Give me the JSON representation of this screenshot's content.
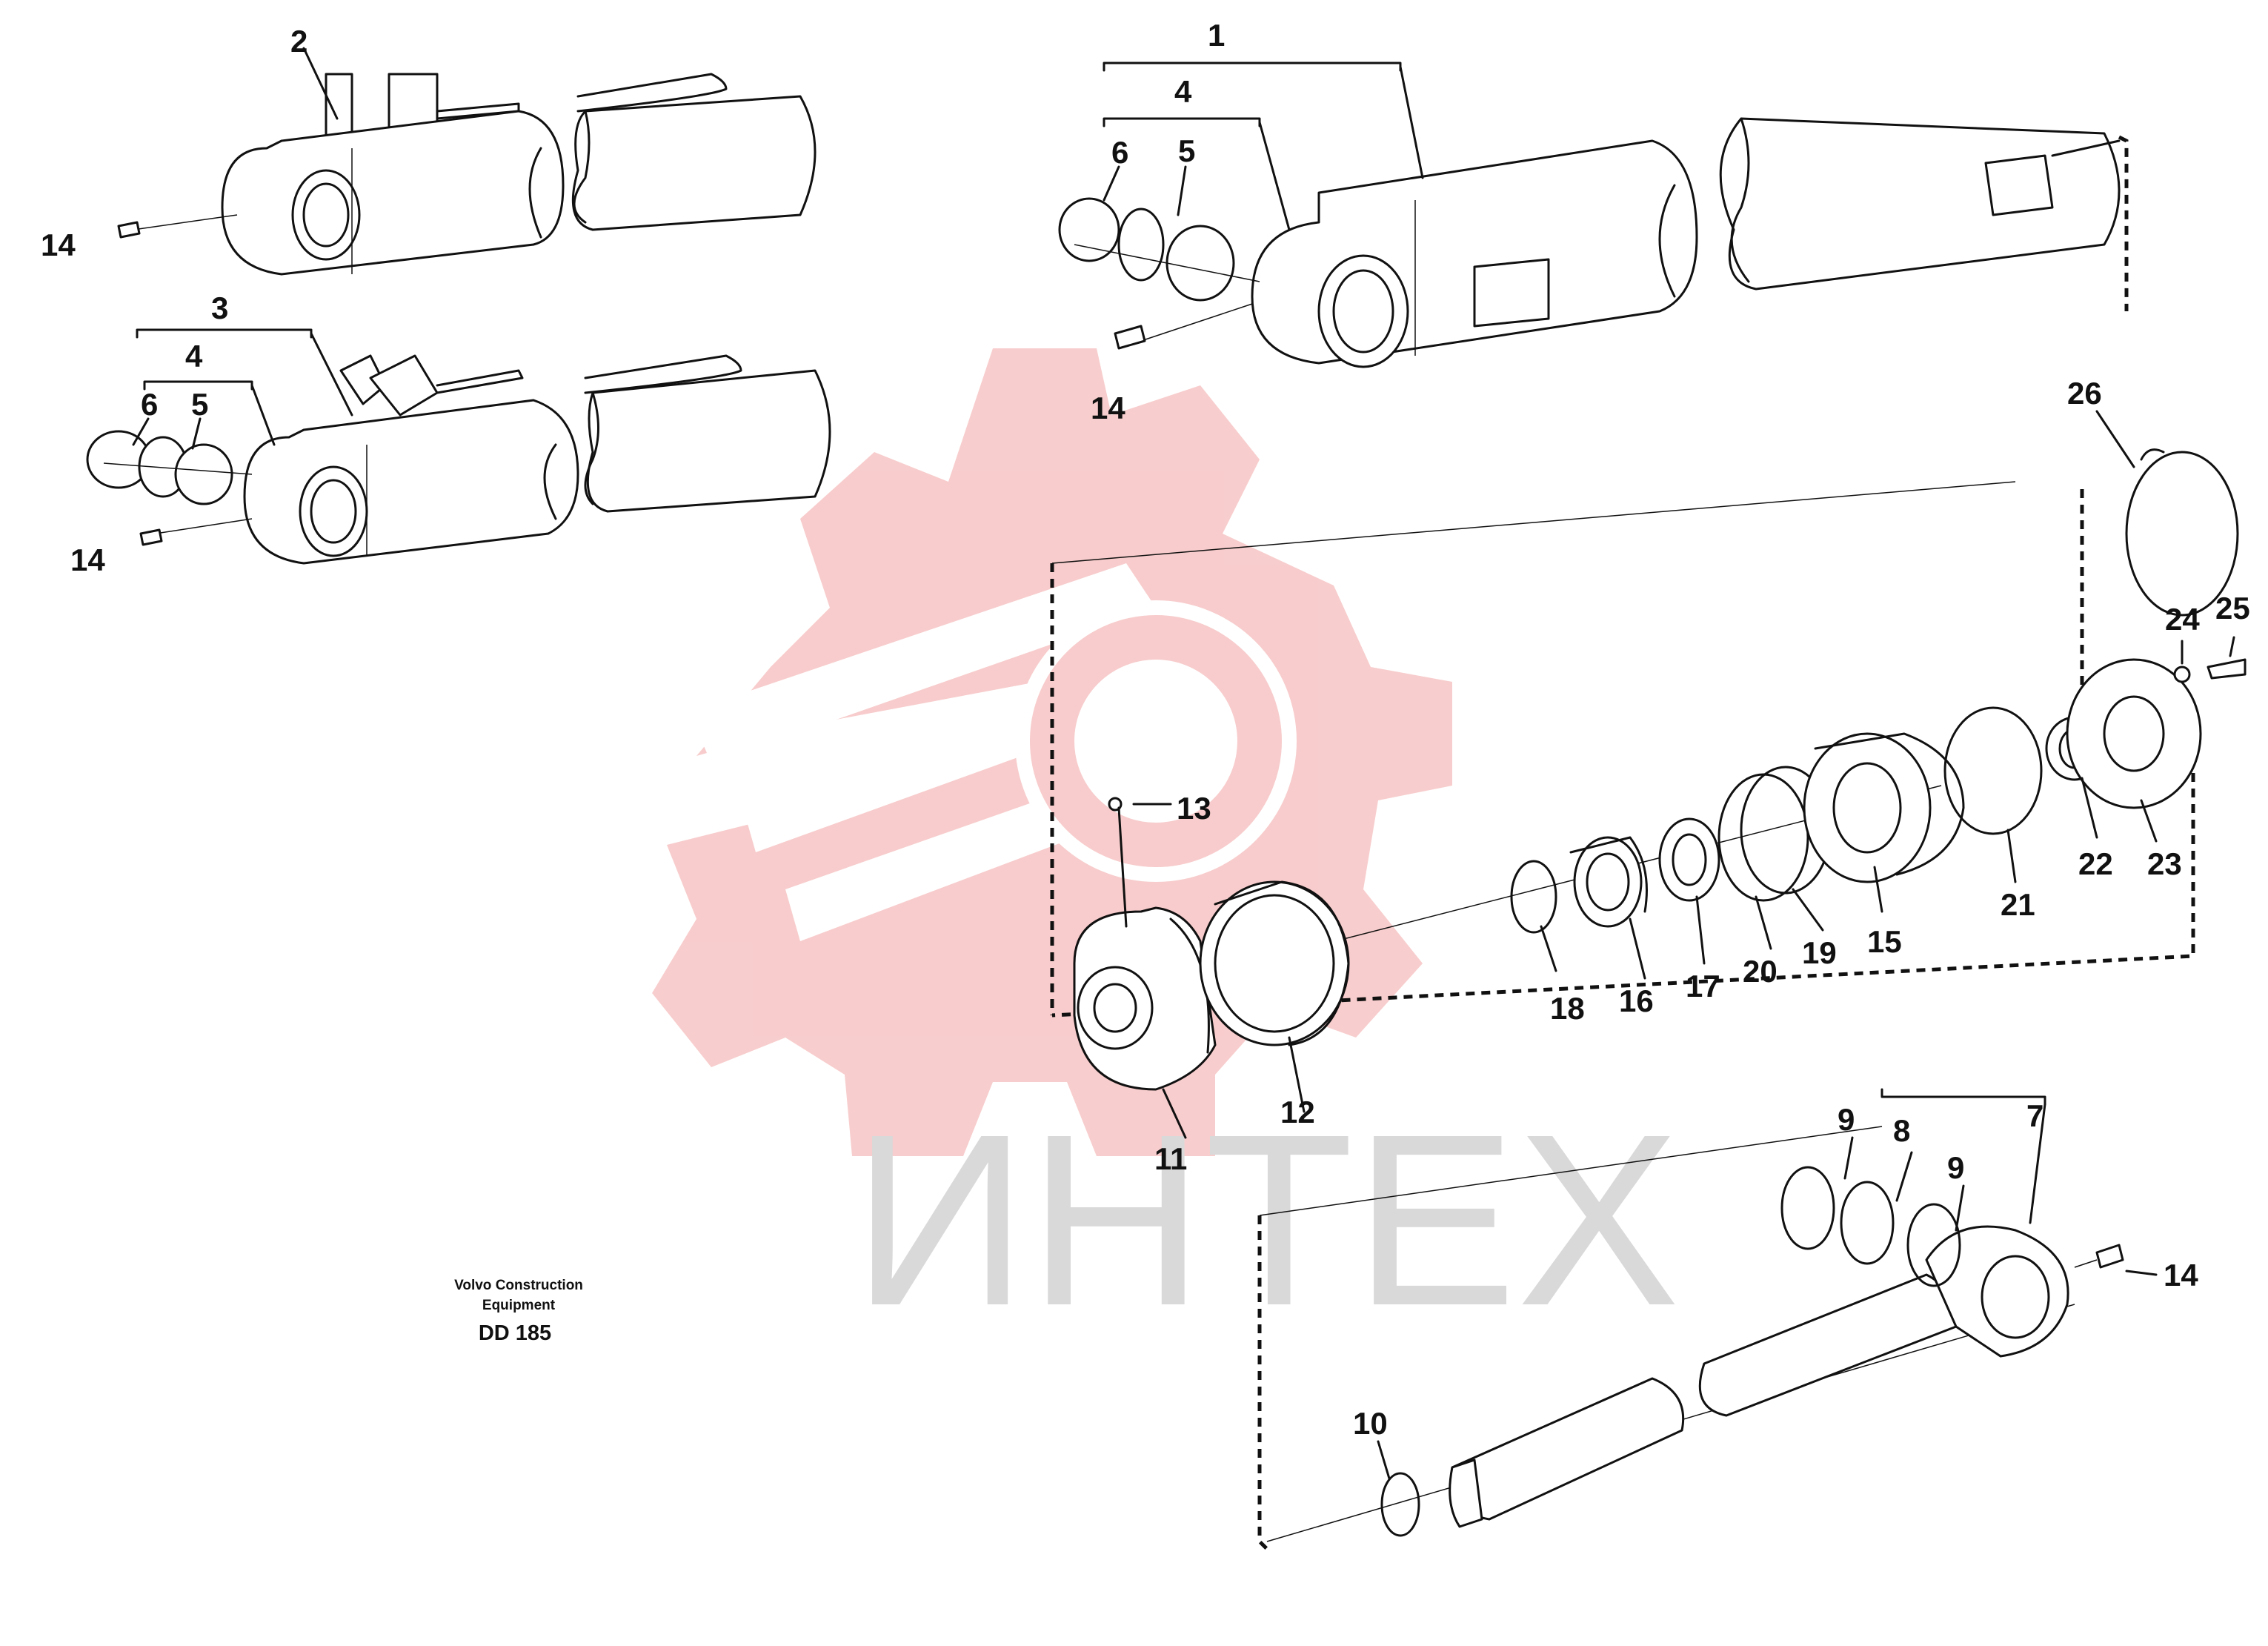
{
  "drawing": {
    "credit_line1": "Volvo Construction",
    "credit_line2": "Equipment",
    "code": "DD 185"
  },
  "watermark": {
    "text": "ИНТЕХ",
    "gear_color": "#f7c4c4",
    "text_color": "#d9d9d9"
  },
  "callouts": [
    "1",
    "2",
    "3",
    "4",
    "4",
    "5",
    "5",
    "6",
    "6",
    "7",
    "8",
    "9",
    "9",
    "10",
    "11",
    "12",
    "13",
    "14",
    "14",
    "14",
    "14",
    "15",
    "16",
    "17",
    "18",
    "19",
    "20",
    "21",
    "22",
    "23",
    "24",
    "25",
    "26"
  ]
}
